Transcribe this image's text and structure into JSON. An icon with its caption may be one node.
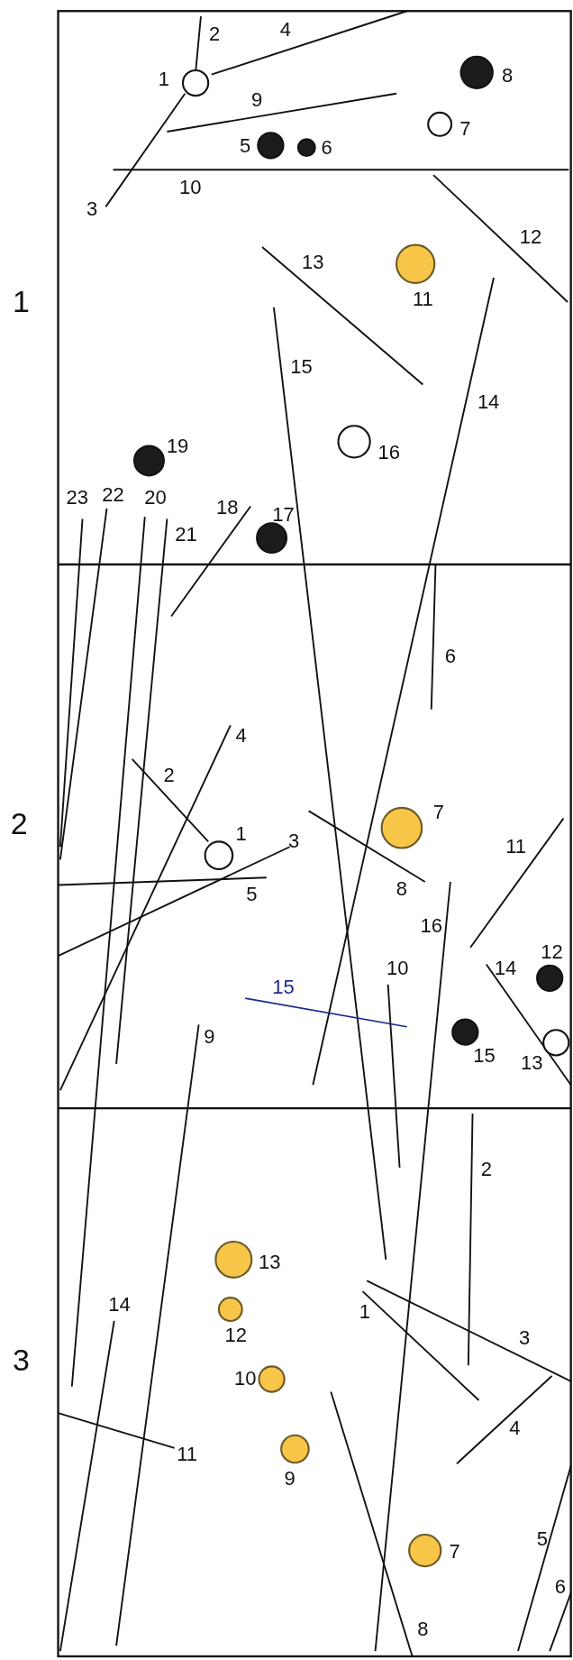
{
  "diagram": {
    "labels": [
      "2",
      "4",
      "1",
      "8",
      "9",
      "7",
      "5",
      "6",
      "10",
      "3",
      "12",
      "13",
      "11",
      "1",
      "15",
      "14",
      "19",
      "16",
      "23",
      "22",
      "20",
      "18",
      "17",
      "21",
      "6",
      "4",
      "2",
      "7",
      "2",
      "1",
      "3",
      "11",
      "5",
      "8",
      "16",
      "10",
      "14",
      "12",
      "15",
      "9",
      "15",
      "13",
      "2",
      "13",
      "1",
      "14",
      "12",
      "3",
      "3",
      "10",
      "4",
      "11",
      "9",
      "7",
      "5",
      "6",
      "8"
    ]
  }
}
